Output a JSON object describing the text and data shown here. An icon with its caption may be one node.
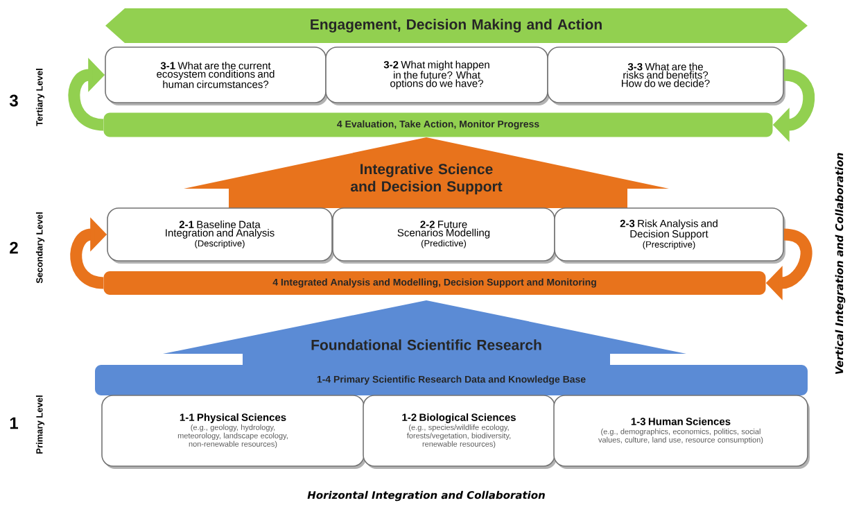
{
  "diagram": {
    "nodes": [
      {
        "text": [
          "Engagement, Decision Making and Action"
        ]
      },
      {
        "text": [
          "**3-1** What are the current ecosystem conditions and human circumstances?"
        ]
      },
      {
        "text": [
          "**3-2** What might happen in the future? What options do we have?"
        ]
      },
      {
        "text": [
          "**3-3** What are the risks and benefits? How do we decide?"
        ]
      },
      {
        "text": [
          "4 Evaluation, Take Action, Monitor Progress"
        ]
      },
      {
        "text": [
          "Integrative Science and Decision Support"
        ]
      },
      {
        "text": [
          "**2-1** Baseline Data Integration and Analysis",
          "(Descriptive)"
        ]
      },
      {
        "text": [
          "**2-2** Future Scenarios Modelling",
          "(Predictive)"
        ]
      },
      {
        "text": [
          "**2-3** Risk Analysis and Decision Support",
          "(Prescriptive)"
        ]
      },
      {
        "text": [
          "4 Integrated Analysis and Modelling, Decision Support and Monitoring"
        ]
      },
      {
        "text": [
          "Foundational Scientific Research"
        ]
      },
      {
        "text": [
          "1-4 Primary Scientific Research Data and Knowledge Base"
        ]
      },
      {
        "text": [
          "1-1 Physical Sciences",
          "(e.g., geology, hydrology, meteorology, landscape ecology, non-renewable resources)"
        ]
      },
      {
        "text": [
          "1-2 Biological Sciences",
          "(e.g., species/wildlife ecology, forests/vegetation, biodiversity, renewable resources)"
        ]
      },
      {
        "text": [
          "1-3 Human Sciences",
          "(e.g., demographics, economics, politics, social values, culture, land use, resource consumption)"
        ]
      }
    ],
    "edges": [
      {
        "from": 4,
        "to": 1,
        "arrow": "to",
        "color": "#92d050"
      },
      {
        "from": 3,
        "to": 4,
        "arrow": "to",
        "color": "#92d050"
      },
      {
        "from": 9,
        "to": 6,
        "arrow": "to",
        "color": "#e8731c"
      },
      {
        "from": 8,
        "to": 9,
        "arrow": "to",
        "color": "#e8731c"
      }
    ],
    "labels": [
      "3",
      "Tertiary Level",
      "2",
      "Secondary Level",
      "1",
      "Primary Level",
      "Vertical Integration and Collaboration",
      "Horizontal Integration and Collaboration"
    ]
  }
}
